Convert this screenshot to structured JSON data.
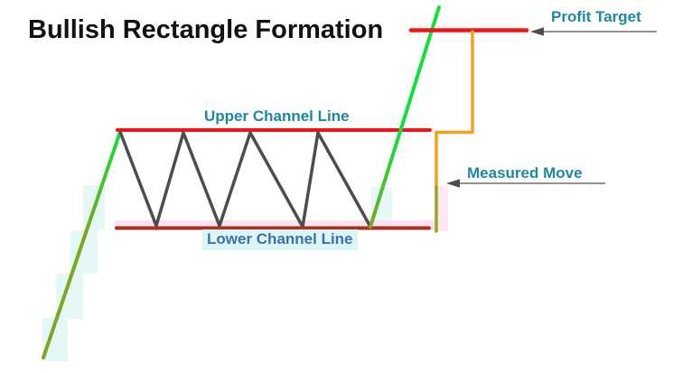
{
  "title": "Bullish Rectangle Formation",
  "labels": {
    "profit_target": "Profit Target",
    "upper_channel": "Upper Channel Line",
    "lower_channel": "Lower Channel Line",
    "measured_move": "Measured Move"
  },
  "colors": {
    "title_text": "#111111",
    "teal_label": "#1b8a9b",
    "blue_label": "#3d6fa9",
    "bright_red": "#f01414",
    "dark_red": "#a23420",
    "zigzag_gray": "#4d4d4d",
    "orange": "#f9a01b",
    "olive": "#9aa71d",
    "green_top": "#10e13c",
    "green_bottom": "#7aa81e",
    "arrow_gray": "#6f6f6f",
    "arrowhead_gray": "#4d4d4d",
    "highlight_cyan": "#d9f5f2",
    "highlight_pink": "#fbd9e9",
    "background": "#ffffff"
  }
}
